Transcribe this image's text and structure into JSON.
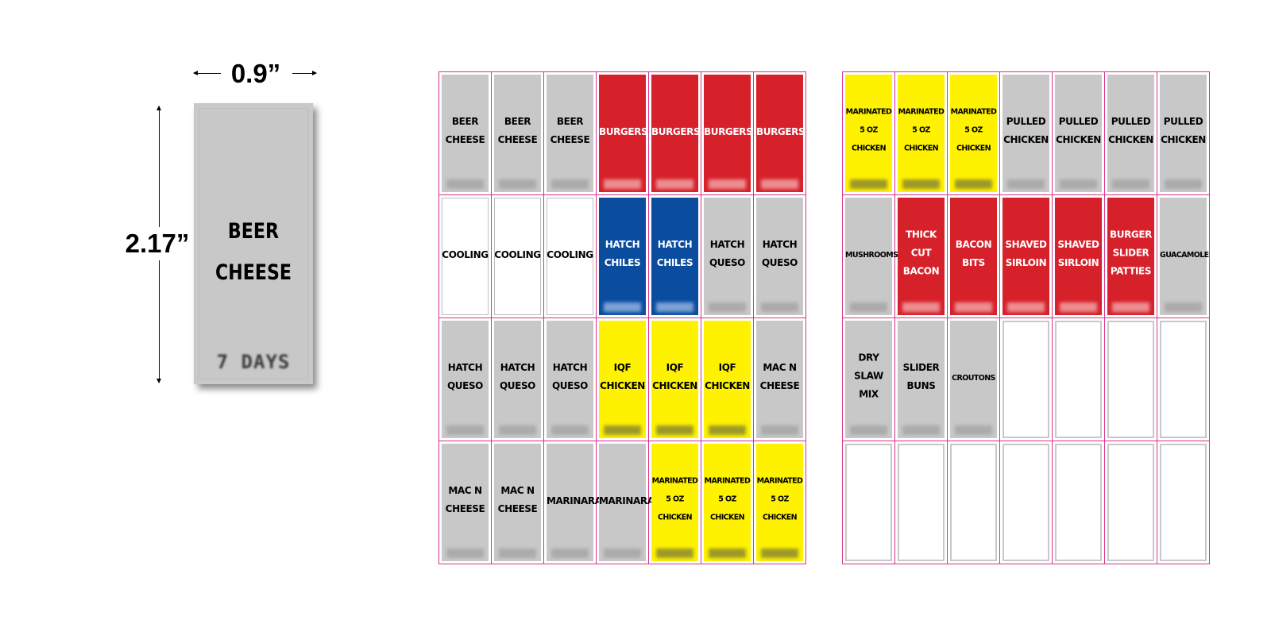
{
  "sample": {
    "width_label": "0.9”",
    "height_label": "2.17”",
    "name": "BEER CHEESE",
    "days": "7 DAYS"
  },
  "grid_left": {
    "rows": [
      [
        {
          "name": "BEER\nCHEESE",
          "color": "gray"
        },
        {
          "name": "BEER\nCHEESE",
          "color": "gray"
        },
        {
          "name": "BEER\nCHEESE",
          "color": "gray"
        },
        {
          "name": "BURGERS",
          "color": "red"
        },
        {
          "name": "BURGERS",
          "color": "red"
        },
        {
          "name": "BURGERS",
          "color": "red"
        },
        {
          "name": "BURGERS",
          "color": "red"
        }
      ],
      [
        {
          "name": "COOLING",
          "color": "white"
        },
        {
          "name": "COOLING",
          "color": "white"
        },
        {
          "name": "COOLING",
          "color": "white"
        },
        {
          "name": "HATCH\nCHILES",
          "color": "blue"
        },
        {
          "name": "HATCH\nCHILES",
          "color": "blue"
        },
        {
          "name": "HATCH\nQUESO",
          "color": "gray"
        },
        {
          "name": "HATCH\nQUESO",
          "color": "gray"
        }
      ],
      [
        {
          "name": "HATCH\nQUESO",
          "color": "gray"
        },
        {
          "name": "HATCH\nQUESO",
          "color": "gray"
        },
        {
          "name": "HATCH\nQUESO",
          "color": "gray"
        },
        {
          "name": "IQF\nCHICKEN",
          "color": "yellow"
        },
        {
          "name": "IQF\nCHICKEN",
          "color": "yellow"
        },
        {
          "name": "IQF\nCHICKEN",
          "color": "yellow"
        },
        {
          "name": "MAC N\nCHEESE",
          "color": "gray"
        }
      ],
      [
        {
          "name": "MAC N\nCHEESE",
          "color": "gray"
        },
        {
          "name": "MAC N\nCHEESE",
          "color": "gray"
        },
        {
          "name": "MARINARA",
          "color": "gray"
        },
        {
          "name": "MARINARA",
          "color": "gray"
        },
        {
          "name": "MARINATED\n5 OZ\nCHICKEN",
          "color": "yellow",
          "small": true
        },
        {
          "name": "MARINATED\n5 OZ\nCHICKEN",
          "color": "yellow",
          "small": true
        },
        {
          "name": "MARINATED\n5 OZ\nCHICKEN",
          "color": "yellow",
          "small": true
        }
      ]
    ]
  },
  "grid_right": {
    "rows": [
      [
        {
          "name": "MARINATED\n5 OZ\nCHICKEN",
          "color": "yellow",
          "small": true
        },
        {
          "name": "MARINATED\n5 OZ\nCHICKEN",
          "color": "yellow",
          "small": true
        },
        {
          "name": "MARINATED\n5 OZ\nCHICKEN",
          "color": "yellow",
          "small": true
        },
        {
          "name": "PULLED\nCHICKEN",
          "color": "gray"
        },
        {
          "name": "PULLED\nCHICKEN",
          "color": "gray"
        },
        {
          "name": "PULLED\nCHICKEN",
          "color": "gray"
        },
        {
          "name": "PULLED\nCHICKEN",
          "color": "gray"
        }
      ],
      [
        {
          "name": "MUSHROOMS",
          "color": "gray",
          "small": true
        },
        {
          "name": "THICK\nCUT\nBACON",
          "color": "red"
        },
        {
          "name": "BACON\nBITS",
          "color": "red"
        },
        {
          "name": "SHAVED\nSIRLOIN",
          "color": "red"
        },
        {
          "name": "SHAVED\nSIRLOIN",
          "color": "red"
        },
        {
          "name": "BURGER\nSLIDER\nPATTIES",
          "color": "red"
        },
        {
          "name": "GUACAMOLE",
          "color": "gray",
          "small": true
        }
      ],
      [
        {
          "name": "DRY\nSLAW\nMIX",
          "color": "gray"
        },
        {
          "name": "SLIDER\nBUNS",
          "color": "gray"
        },
        {
          "name": "CROUTONS",
          "color": "gray",
          "small": true
        },
        {
          "name": "",
          "color": "empty"
        },
        {
          "name": "",
          "color": "empty"
        },
        {
          "name": "",
          "color": "empty"
        },
        {
          "name": "",
          "color": "empty"
        }
      ],
      [
        {
          "name": "",
          "color": "empty"
        },
        {
          "name": "",
          "color": "empty"
        },
        {
          "name": "",
          "color": "empty"
        },
        {
          "name": "",
          "color": "empty"
        },
        {
          "name": "",
          "color": "empty"
        },
        {
          "name": "",
          "color": "empty"
        },
        {
          "name": "",
          "color": "empty"
        }
      ]
    ]
  }
}
